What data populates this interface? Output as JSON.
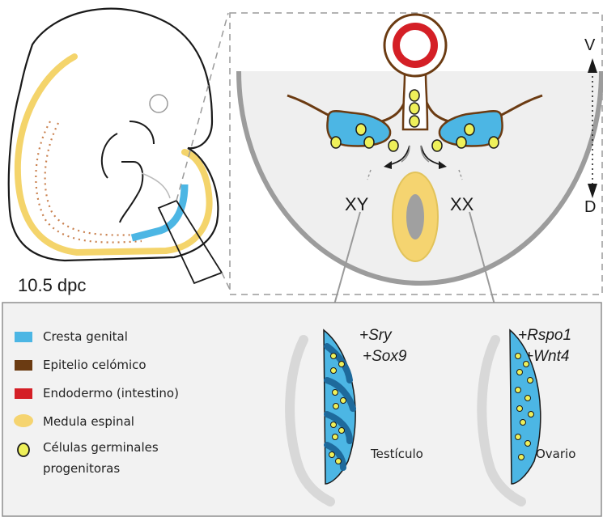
{
  "stage_label": "10.5 dpc",
  "axis": {
    "top": "V",
    "bottom": "D"
  },
  "karyotypes": {
    "male": "XY",
    "female": "XX"
  },
  "male_genes": [
    "+Sry",
    "+Sox9"
  ],
  "female_genes": [
    "+Rspo1",
    "+Wnt4"
  ],
  "male_organ": "Testículo",
  "female_organ": "Ovario",
  "legend": [
    {
      "label": "Cresta genital",
      "color": "#4cb6e4"
    },
    {
      "label": "Epitelio celómico",
      "color": "#6b3b12"
    },
    {
      "label": "Endodermo (intestino)",
      "color": "#d41f26"
    },
    {
      "label": "Medula espinal",
      "color": "#f5d470"
    },
    {
      "label": "Células germinales",
      "label2": "progenitoras",
      "color": "#eef05a"
    }
  ]
}
